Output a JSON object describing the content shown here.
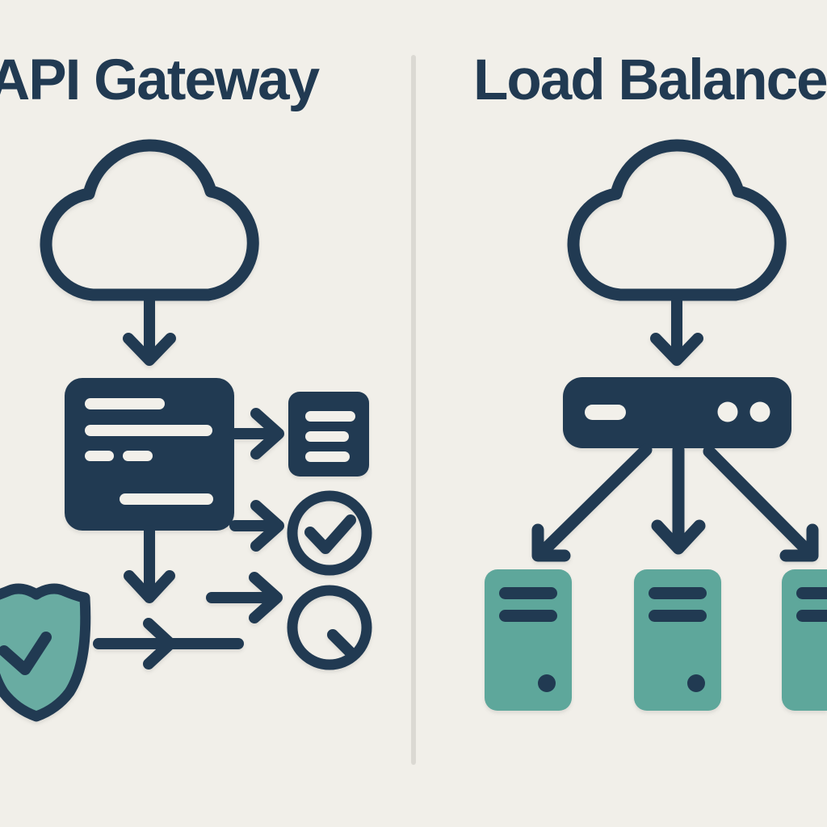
{
  "panels": [
    {
      "side": "left",
      "title": "API Gateway",
      "icons": [
        {
          "name": "cloud-icon"
        },
        {
          "name": "down-arrow-icon"
        },
        {
          "name": "gateway-request-box-icon"
        },
        {
          "name": "right-arrow-icon"
        },
        {
          "name": "document-list-icon"
        },
        {
          "name": "check-circle-icon"
        },
        {
          "name": "monitor-circle-icon"
        },
        {
          "name": "security-shield-check-icon"
        },
        {
          "name": "throughput-arrow-icon"
        }
      ]
    },
    {
      "side": "right",
      "title": "Load Balancer",
      "icons": [
        {
          "name": "cloud-icon"
        },
        {
          "name": "down-arrow-icon"
        },
        {
          "name": "load-balancer-device-icon"
        },
        {
          "name": "fan-out-arrows-icon"
        },
        {
          "name": "server-icon"
        },
        {
          "name": "server-icon"
        },
        {
          "name": "server-icon"
        }
      ]
    }
  ],
  "colors": {
    "navy": "#213A52",
    "teal": "#5EA79B",
    "shield_teal": "#69ACA2",
    "background": "#F1EFE9",
    "bg_light": "#F2F0EA",
    "divider": "#DBD9D3"
  }
}
